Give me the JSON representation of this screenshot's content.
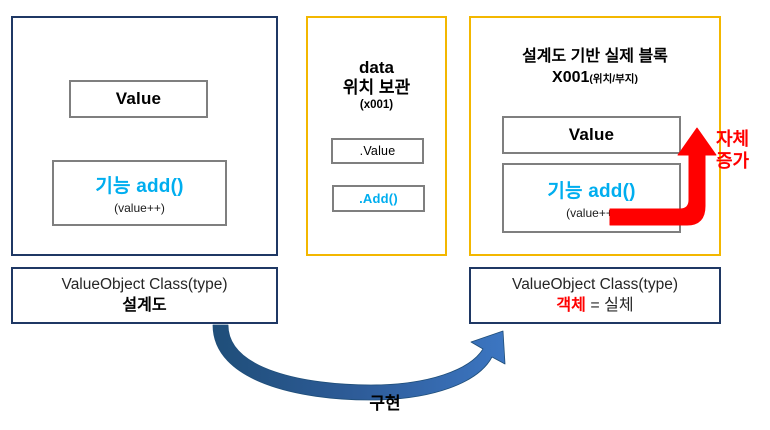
{
  "diagram": {
    "title_visible": false,
    "colors": {
      "navy_border": "#1F3864",
      "yellow_border": "#F3B700",
      "gray_border": "#7F7F7F",
      "cyan_text": "#00AEEF",
      "red_accent": "#FF0000",
      "blue_arrow": "#2E5C99"
    }
  },
  "blueprint_panel": {
    "value_box": {
      "title": "Value"
    },
    "add_box": {
      "title": "기능 add()",
      "subtitle": "(value++)"
    },
    "caption": {
      "line1": "ValueObject Class(type)",
      "line2": "설계도"
    }
  },
  "data_panel": {
    "header": {
      "line1": "data",
      "line2": "위치 보관",
      "line3": "(x001)"
    },
    "value_box": {
      "title": ".Value"
    },
    "add_box": {
      "title": ".Add()"
    }
  },
  "object_panel": {
    "header": {
      "line1": "설계도 기반 실제 블록",
      "line2_main": "X001",
      "line2_paren": "(위치/부지)"
    },
    "value_box": {
      "title": "Value"
    },
    "add_box": {
      "title": "기능 add()",
      "subtitle": "(value++)"
    },
    "caption": {
      "line1": "ValueObject Class(type)",
      "line2_red": "객체",
      "line2_rest": " = 실체"
    },
    "self_increase_label": {
      "line1": "자체",
      "line2": "증가"
    }
  },
  "relations": {
    "implement_label": "구현"
  }
}
